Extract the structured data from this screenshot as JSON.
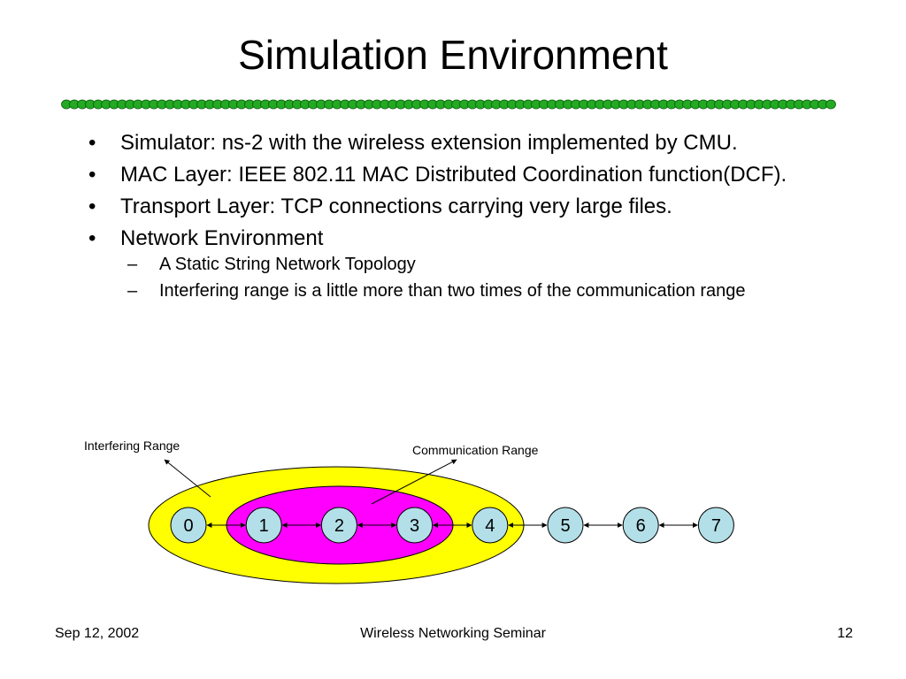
{
  "slide": {
    "title": "Simulation Environment",
    "bullets": [
      "Simulator: ns-2 with the wireless extension implemented by CMU.",
      "MAC Layer: IEEE 802.11 MAC Distributed Coordination function(DCF).",
      "Transport Layer: TCP connections carrying very large files.",
      "Network Environment"
    ],
    "sub_bullets": [
      "A Static String Network Topology",
      "Interfering range is a little more than two times of the communication range"
    ],
    "bullet_marker": "•",
    "sub_marker": "–"
  },
  "diagram": {
    "interfering_label": "Interfering Range",
    "communication_label": "Communication Range",
    "nodes": [
      "0",
      "1",
      "2",
      "3",
      "4",
      "5",
      "6",
      "7"
    ],
    "colors": {
      "interfering": "#ffff00",
      "communication": "#ff00ff",
      "node_fill": "#b3dfe8",
      "bead": "#22aa22"
    }
  },
  "footer": {
    "date": "Sep 12, 2002",
    "center": "Wireless Networking Seminar",
    "page": "12"
  }
}
